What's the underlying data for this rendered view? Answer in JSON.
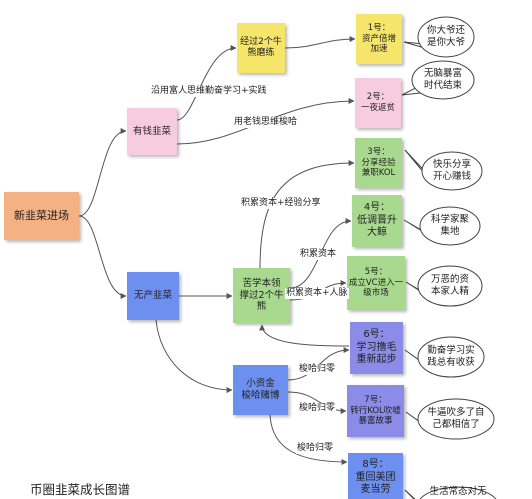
{
  "colors": {
    "root": "#f4b183",
    "pink": "#f8cce0",
    "blue": "#6d8ff0",
    "green": "#a9d98f",
    "yellow": "#f5e56b",
    "purple": "#8b8be8",
    "line": "#555555"
  },
  "root": {
    "lines": [
      "新韭菜进场"
    ]
  },
  "branches": {
    "rich": {
      "lines": [
        "有钱韭菜"
      ]
    },
    "poor": {
      "lines": [
        "无产韭菜"
      ]
    }
  },
  "stages": {
    "torture": {
      "lines": [
        "经过2个牛",
        "熊磨练"
      ]
    },
    "study": {
      "lines": [
        "苦学本领",
        "撑过2个牛",
        "熊"
      ]
    },
    "gamble": {
      "lines": [
        "小资金",
        "梭哈赌博"
      ]
    }
  },
  "outcomes": [
    {
      "id": "o1",
      "lines": [
        "1号：",
        "资产倍增",
        "加速"
      ]
    },
    {
      "id": "o2",
      "lines": [
        "2号：",
        "一夜返贫"
      ]
    },
    {
      "id": "o3",
      "lines": [
        "3号：",
        "分享经验",
        "兼职KOL"
      ]
    },
    {
      "id": "o4",
      "lines": [
        "4号：",
        "低调晋升",
        "大鲸"
      ]
    },
    {
      "id": "o5",
      "lines": [
        "5号：",
        "成立VC进入一",
        "级市场"
      ]
    },
    {
      "id": "o6",
      "lines": [
        "6号：",
        "学习撸毛",
        "重新起步"
      ]
    },
    {
      "id": "o7",
      "lines": [
        "7号：",
        "转行KOL吹嘘",
        "暴富故事"
      ]
    },
    {
      "id": "o8",
      "lines": [
        "8号：",
        "重回美团",
        "麦当劳"
      ]
    }
  ],
  "comments": [
    {
      "id": "c1",
      "lines": [
        "你大爷还",
        "是你大爷"
      ]
    },
    {
      "id": "c2",
      "lines": [
        "无脑暴富",
        "时代结束"
      ]
    },
    {
      "id": "c3",
      "lines": [
        "快乐分享",
        "开心赚钱"
      ]
    },
    {
      "id": "c4",
      "lines": [
        "科学家聚",
        "集地"
      ]
    },
    {
      "id": "c5",
      "lines": [
        "万恶的资",
        "本家人精"
      ]
    },
    {
      "id": "c6",
      "lines": [
        "勤奋学习实",
        "践总有收获"
      ]
    },
    {
      "id": "c7",
      "lines": [
        "牛逼吹多了自",
        "己都相信了"
      ]
    },
    {
      "id": "c8",
      "lines": [
        "生活常态对无"
      ]
    }
  ],
  "edge_labels": {
    "rich_to_torture": "沿用富人思维勤奋学习+实践",
    "rich_to_o2": "用老钱思维梭哈",
    "study_to_o3": "积累资本+经验分享",
    "study_to_o4": "积累资本",
    "study_to_o5": "积累资本+人脉",
    "gamble_to_o6": "梭哈归零",
    "gamble_to_o7": "梭哈归零",
    "gamble_to_o8": "梭哈归零"
  },
  "caption": "币圈韭菜成长图谱"
}
